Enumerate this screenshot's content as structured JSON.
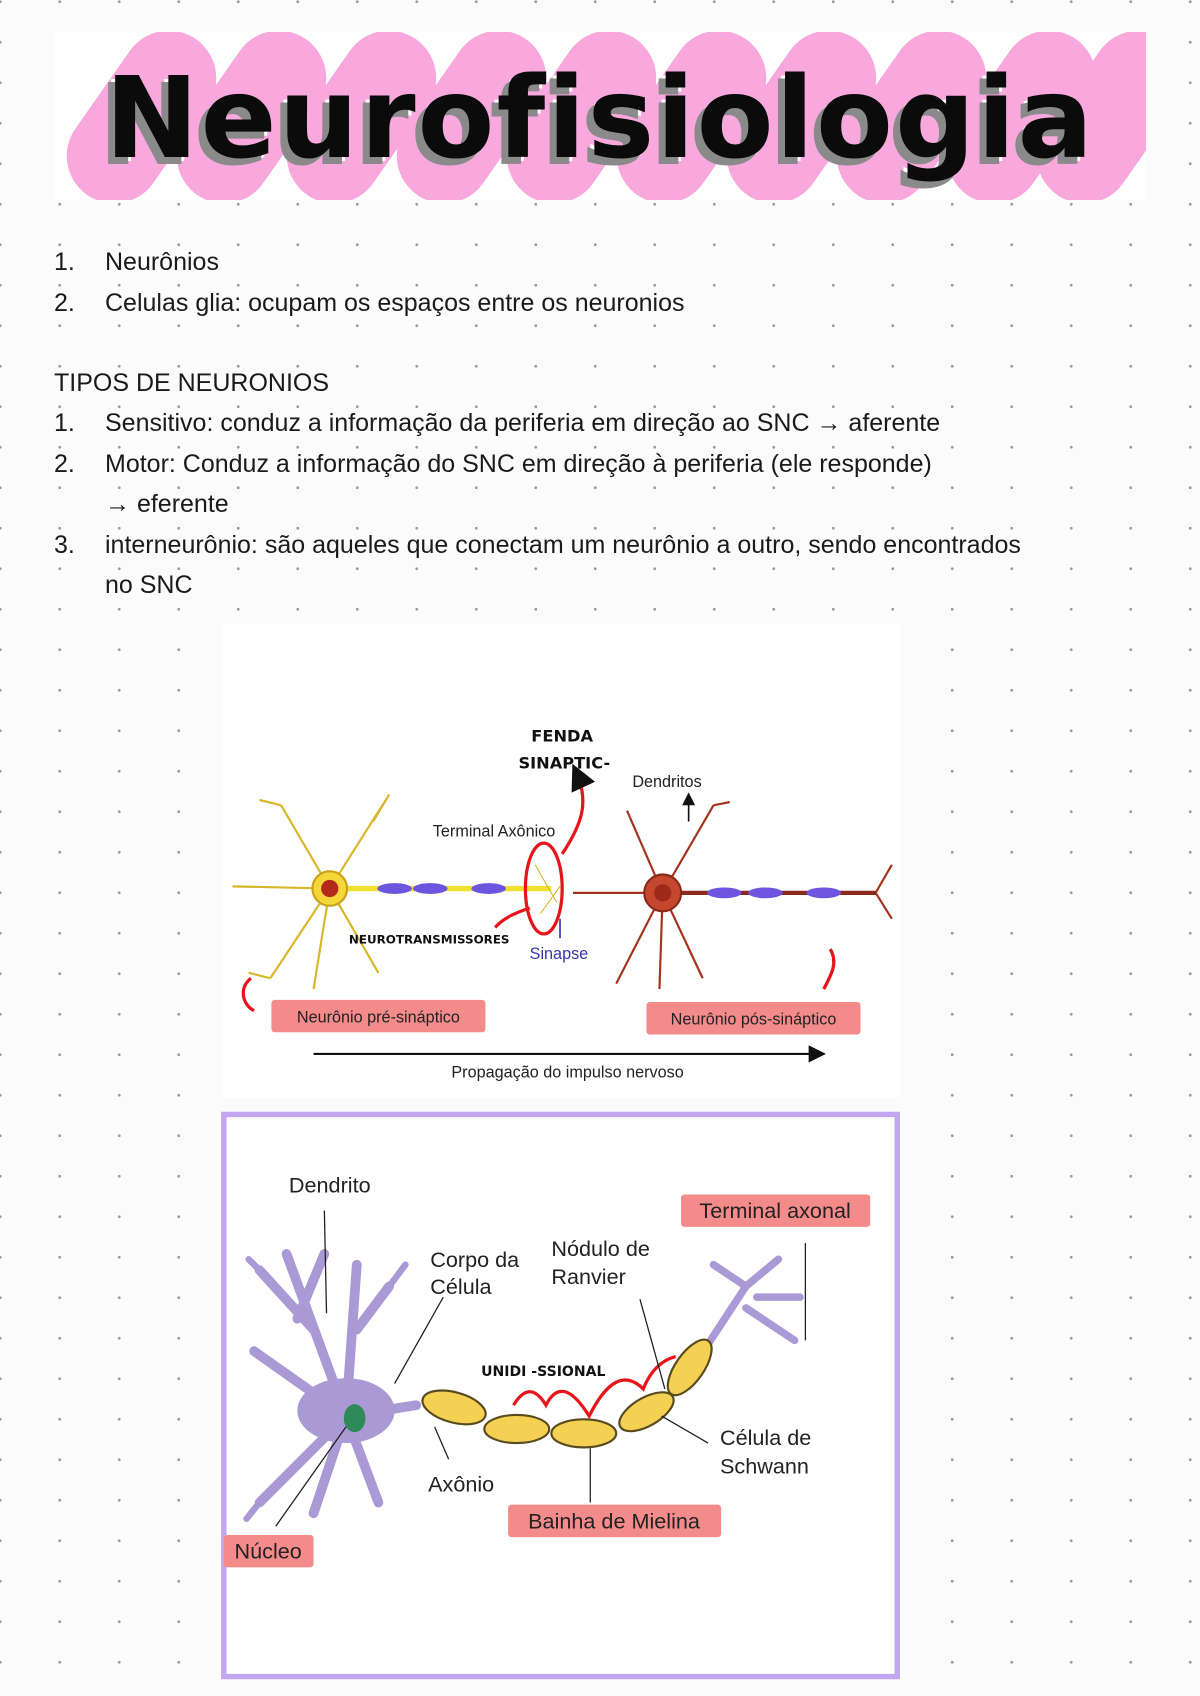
{
  "title": "Neurofisiologia",
  "intro_list": [
    {
      "num": "1.",
      "text": "Neurônios"
    },
    {
      "num": "2.",
      "text": "Celulas glia: ocupam os espaços entre os neuronios"
    }
  ],
  "types_heading": "TIPOS DE NEURONIOS",
  "types_list": [
    {
      "num": "1.",
      "text": "Sensitivo: conduz a informação da periferia em direção ao SNC → aferente"
    },
    {
      "num": "2.",
      "text": "Motor: Conduz a informação do SNC em direção à periferia (ele responde)",
      "cont": "→ eferente"
    },
    {
      "num": "3.",
      "text": "interneurônio: são aqueles que conectam um neurônio a outro, sendo encontrados",
      "cont": "no SNC"
    }
  ],
  "synapse_diagram": {
    "fenda_line1": "FENDA",
    "fenda_line2": "SINAPTIC-",
    "dendritos": "Dendritos",
    "terminal_axonico": "Terminal Axônico",
    "neurotransmissores": "NEUROTRANSMISSORES",
    "sinapse": "Sinapse",
    "pre": "Neurônio pré-sináptico",
    "pos": "Neurônio pós-sináptico",
    "propagacao": "Propagação do impulso nervoso"
  },
  "neuron_diagram": {
    "dendrito": "Dendrito",
    "terminal_axonal": "Terminal axonal",
    "corpo1": "Corpo da",
    "corpo2": "Célula",
    "nodulo1": "Nódulo de",
    "nodulo2": "Ranvier",
    "unidirecional": "UNIDI  -SSIONAL",
    "schwann1": "Célula de",
    "schwann2": "Schwann",
    "axonio": "Axônio",
    "bainha": "Bainha de Mielina",
    "nucleo": "Núcleo"
  },
  "colors": {
    "pink": "#f8a8dc",
    "label_bg": "#f38b8b",
    "purple_border": "#c3a6f0",
    "red_annot": "#e8141b"
  }
}
